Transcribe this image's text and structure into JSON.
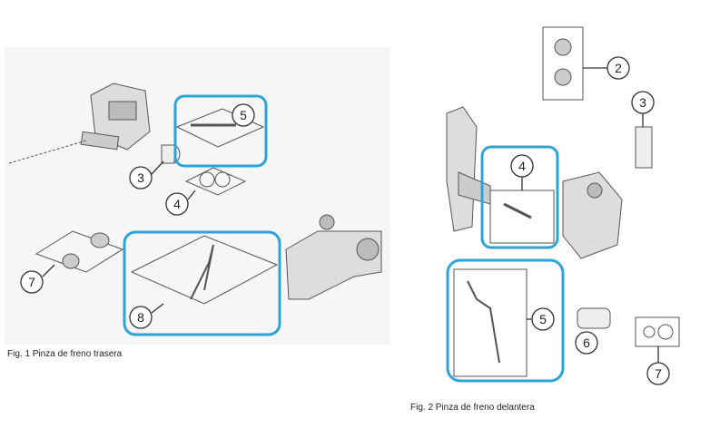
{
  "figure1": {
    "caption": "Fig. 1 Pinza de freno trasera",
    "callouts": [
      "5",
      "3",
      "4",
      "7",
      "8"
    ]
  },
  "figure2": {
    "caption": "Fig. 2 Pinza de freno delantera",
    "callouts": [
      "2",
      "3",
      "4",
      "5",
      "6",
      "7"
    ]
  },
  "colors": {
    "highlight": "#2fa3d6",
    "panel": "#f6f6f6",
    "line": "#555555"
  }
}
